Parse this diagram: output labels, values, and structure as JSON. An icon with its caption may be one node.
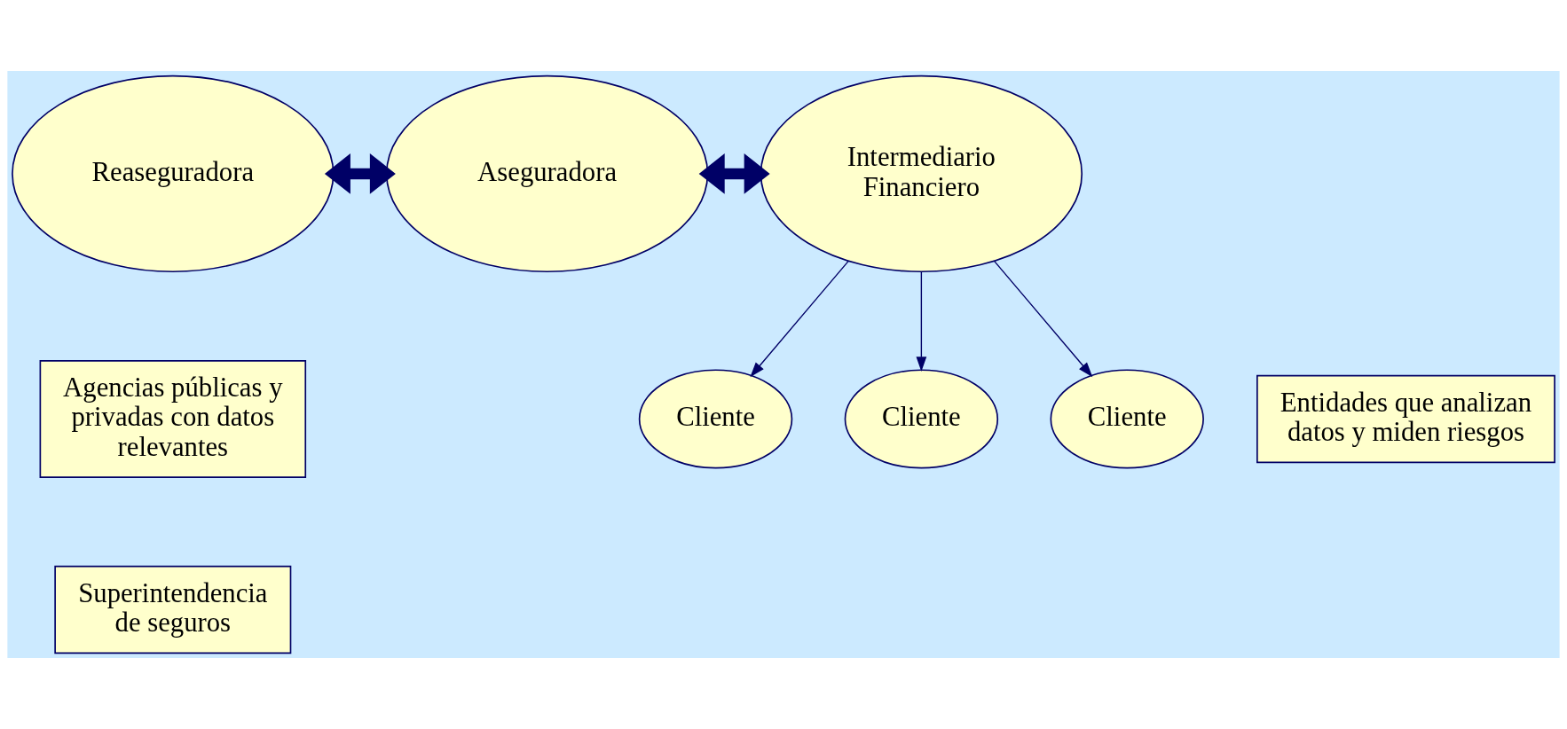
{
  "diagram": {
    "nodes": [
      {
        "text": [
          "Reaseguradora"
        ]
      },
      {
        "text": [
          "Aseguradora"
        ]
      },
      {
        "text": [
          "Intermediario Financiero"
        ]
      },
      {
        "text": [
          "Agencias públicas y privadas con datos relevantes"
        ]
      },
      {
        "text": [
          "Entidades que analizan datos y miden riesgos"
        ]
      },
      {
        "text": [
          "Cliente"
        ]
      },
      {
        "text": [
          "Cliente"
        ]
      },
      {
        "text": [
          "Cliente"
        ]
      },
      {
        "text": [
          "Superintendencia de seguros"
        ]
      }
    ],
    "edges": [
      {
        "from": 0,
        "to": 1,
        "arrow": "both",
        "style": "thick"
      },
      {
        "from": 1,
        "to": 2,
        "arrow": "both",
        "style": "thick"
      },
      {
        "from": 2,
        "to": 5,
        "arrow": "to"
      },
      {
        "from": 2,
        "to": 6,
        "arrow": "to"
      },
      {
        "from": 2,
        "to": 7,
        "arrow": "to"
      }
    ]
  }
}
